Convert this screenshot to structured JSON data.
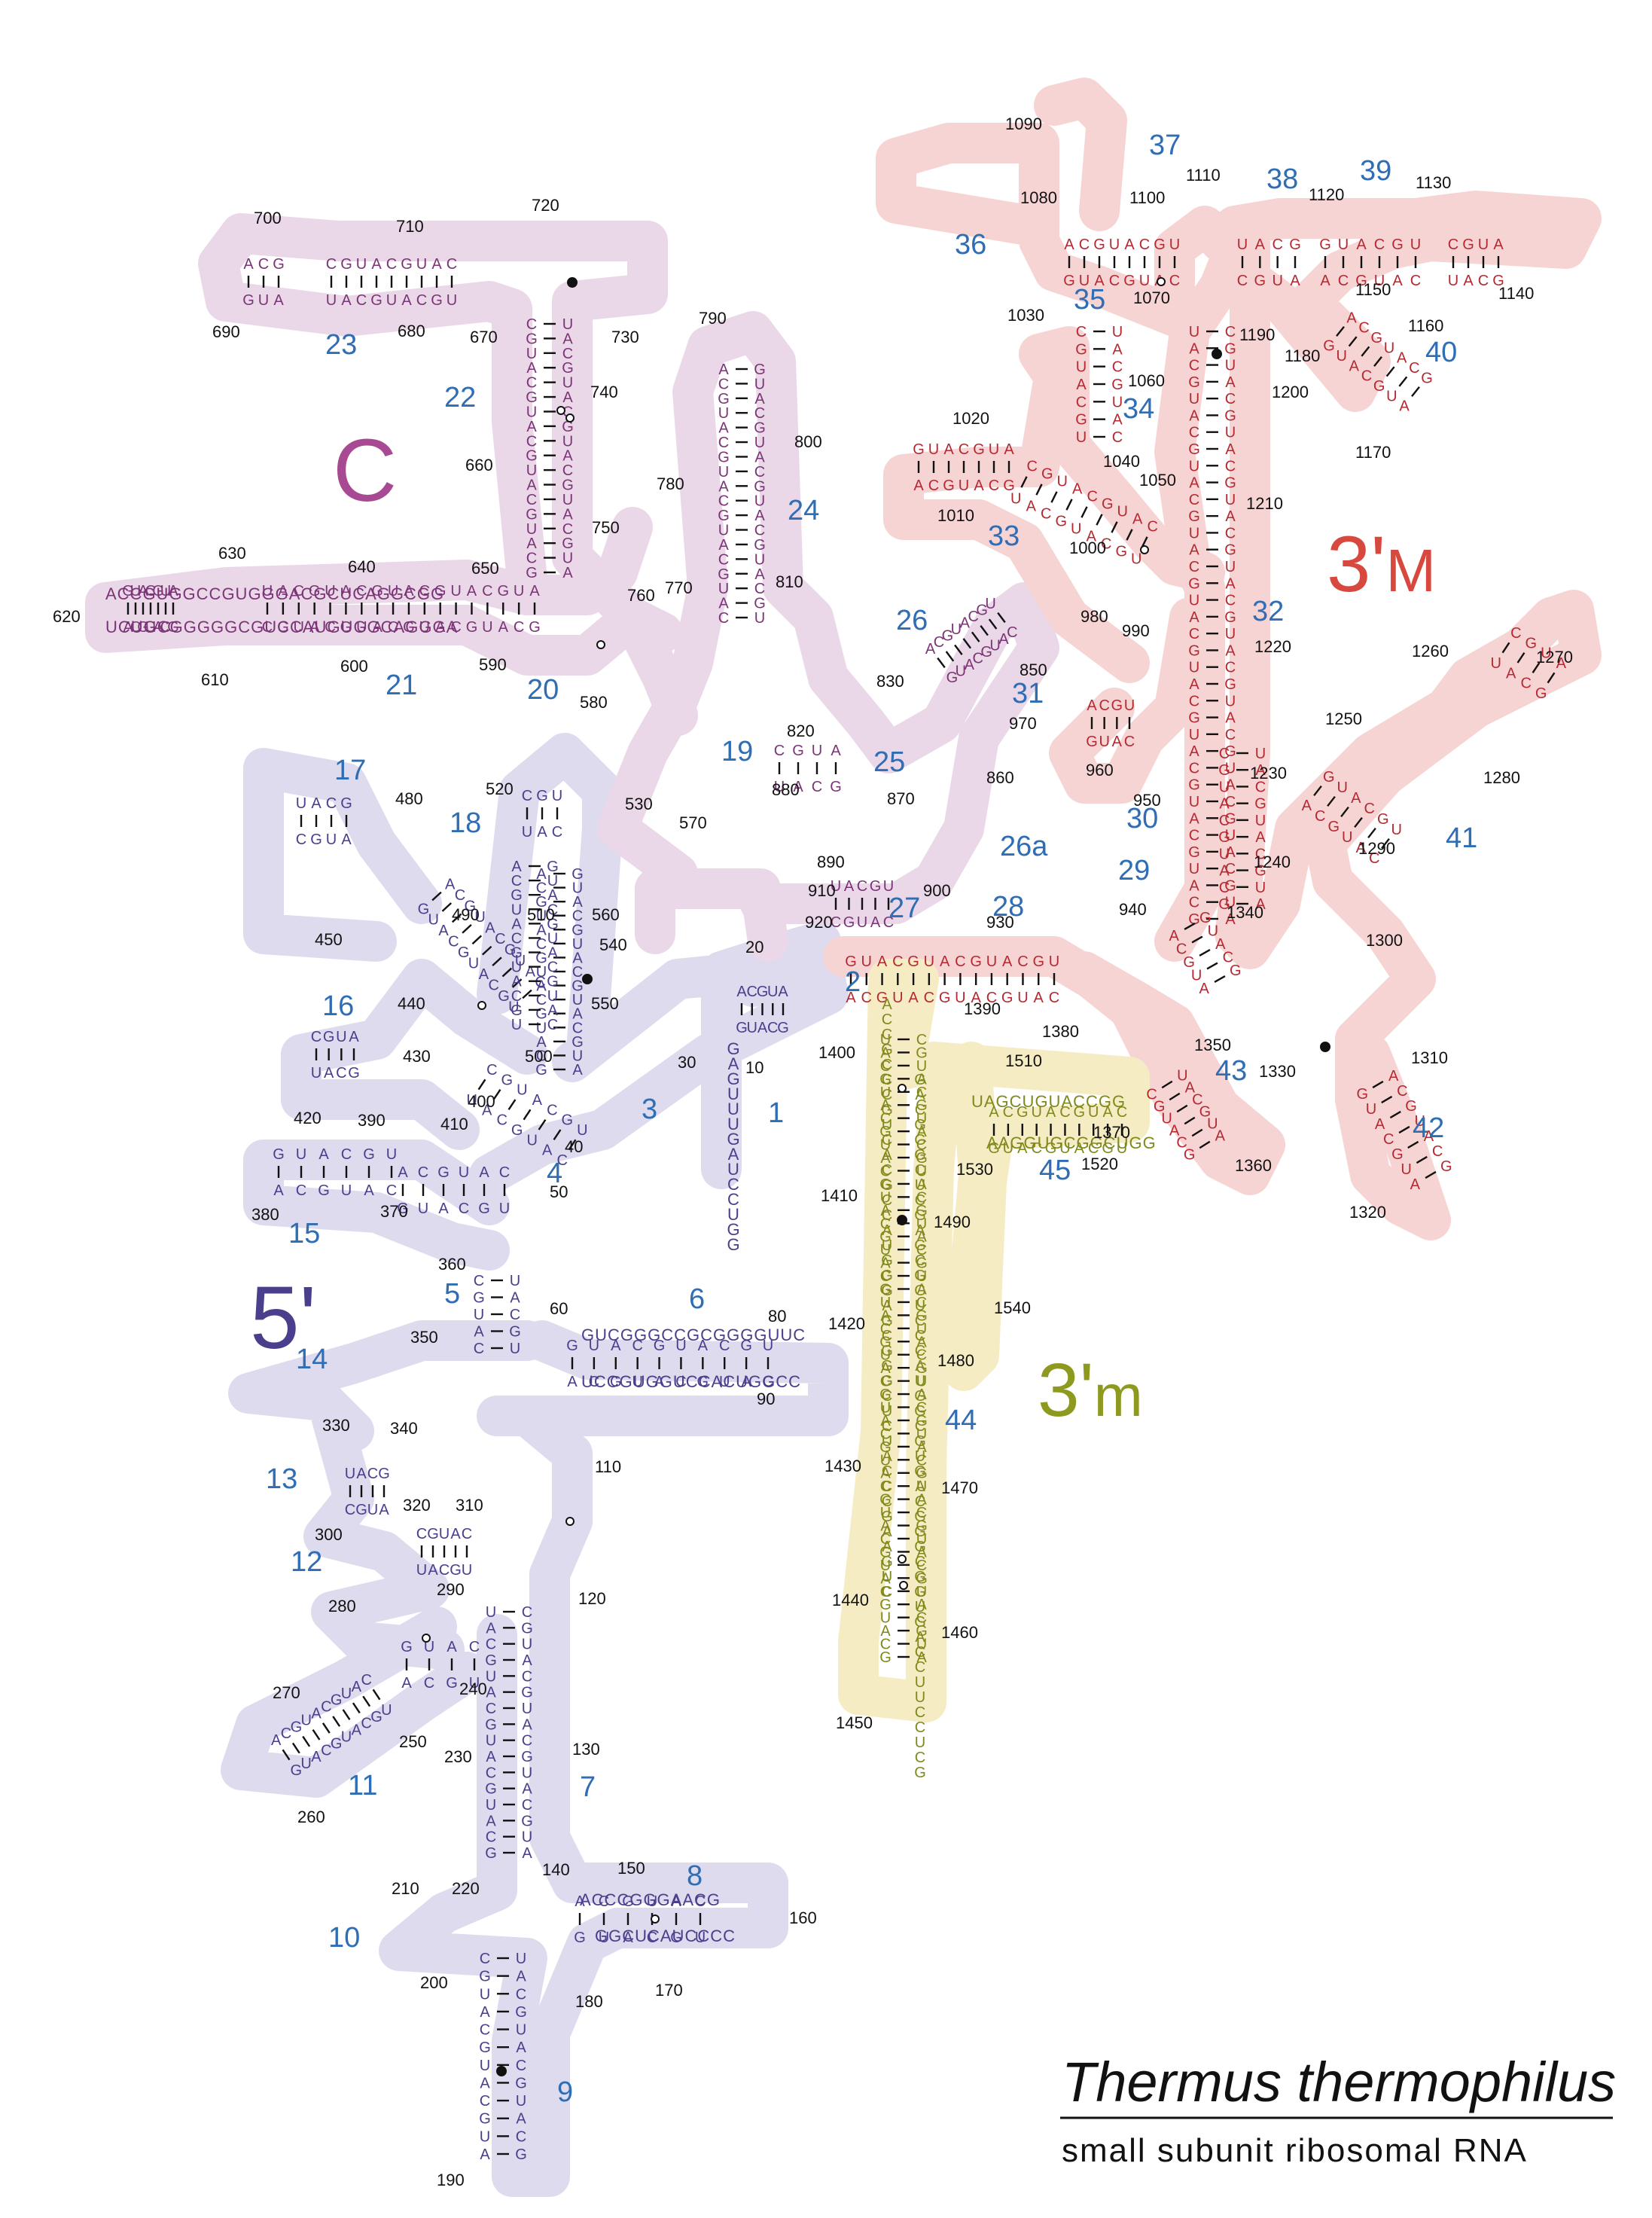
{
  "caption": {
    "organism": "Thermus thermophilus",
    "molecule": "small subunit ribosomal RNA"
  },
  "colors": {
    "domain_5prime": "#4a3f8c",
    "domain_C": "#7b3577",
    "domain_3M": "#b52a32",
    "domain_3m": "#7f8a1c",
    "helix_number": "#2f6db5",
    "position_number": "#111111",
    "halo_5prime": "#dedbee",
    "halo_C": "#ead8e8",
    "halo_3M": "#f7d4d4",
    "halo_3m": "#f6ecc4"
  },
  "domain_labels": [
    {
      "id": "5prime",
      "text": "5'",
      "color": "#4a3f8c"
    },
    {
      "id": "C",
      "text": "C",
      "color": "#a84a93"
    },
    {
      "id": "3M",
      "text": "3'M",
      "color": "#d7483f"
    },
    {
      "id": "3m",
      "text": "3'm",
      "color": "#8d9a1f"
    }
  ],
  "helix_numbers": [
    "1",
    "2",
    "3",
    "4",
    "5",
    "6",
    "7",
    "8",
    "9",
    "10",
    "11",
    "12",
    "13",
    "14",
    "15",
    "16",
    "17",
    "18",
    "19",
    "20",
    "21",
    "22",
    "23",
    "24",
    "25",
    "26",
    "26a",
    "27",
    "28",
    "29",
    "30",
    "31",
    "32",
    "33",
    "34",
    "35",
    "36",
    "37",
    "38",
    "39",
    "40",
    "41",
    "42",
    "43",
    "44",
    "45"
  ],
  "position_numbers": [
    "10",
    "20",
    "30",
    "40",
    "50",
    "60",
    "80",
    "90",
    "110",
    "120",
    "130",
    "140",
    "150",
    "160",
    "170",
    "180",
    "190",
    "200",
    "210",
    "220",
    "230",
    "240",
    "250",
    "260",
    "270",
    "280",
    "290",
    "300",
    "310",
    "320",
    "330",
    "340",
    "350",
    "360",
    "370",
    "380",
    "390",
    "400",
    "410",
    "420",
    "430",
    "440",
    "450",
    "480",
    "490",
    "500",
    "510",
    "520",
    "530",
    "540",
    "550",
    "560",
    "570",
    "580",
    "590",
    "600",
    "610",
    "620",
    "630",
    "640",
    "650",
    "660",
    "670",
    "680",
    "690",
    "700",
    "710",
    "720",
    "730",
    "740",
    "750",
    "760",
    "770",
    "780",
    "790",
    "800",
    "810",
    "820",
    "830",
    "850",
    "860",
    "870",
    "880",
    "890",
    "900",
    "910",
    "920",
    "930",
    "940",
    "950",
    "960",
    "970",
    "980",
    "990",
    "1000",
    "1010",
    "1020",
    "1030",
    "1040",
    "1050",
    "1060",
    "1070",
    "1080",
    "1090",
    "1100",
    "1110",
    "1120",
    "1130",
    "1140",
    "1150",
    "1160",
    "1170",
    "1180",
    "1190",
    "1200",
    "1210",
    "1220",
    "1230",
    "1240",
    "1250",
    "1260",
    "1270",
    "1280",
    "1290",
    "1300",
    "1310",
    "1320",
    "1330",
    "1340",
    "1350",
    "1360",
    "1370",
    "1380",
    "1390",
    "1400",
    "1410",
    "1420",
    "1430",
    "1440",
    "1450",
    "1460",
    "1470",
    "1480",
    "1490",
    "1510",
    "1520",
    "1530",
    "1540"
  ],
  "sequence_fragments": {
    "h1": "GAGUUUGAUCCUGG",
    "h44_5": "ACCGCCCGUCACGCCAUGGGAGCGGGCUCUACCCGAAGUC",
    "h44_3": "GACGGGCUCGAGCGGUCCCAUGGCGUGACGGGCGGUGACCUUCCUCG",
    "h45": "UAGCUGUACCGGAAGGUGCGGCUGG",
    "h6": "GUCGGGCCGCGGGGUUCUCCGUGGUCCACUGGCC",
    "h8": "ACCCGGGAACGGGCUCAUCCCC",
    "h21": "ACCGUGGCCGUGGGACGCUCAGGCGGUCUGCGGGGGCGUCCAUGUGGCAGGGA"
  }
}
